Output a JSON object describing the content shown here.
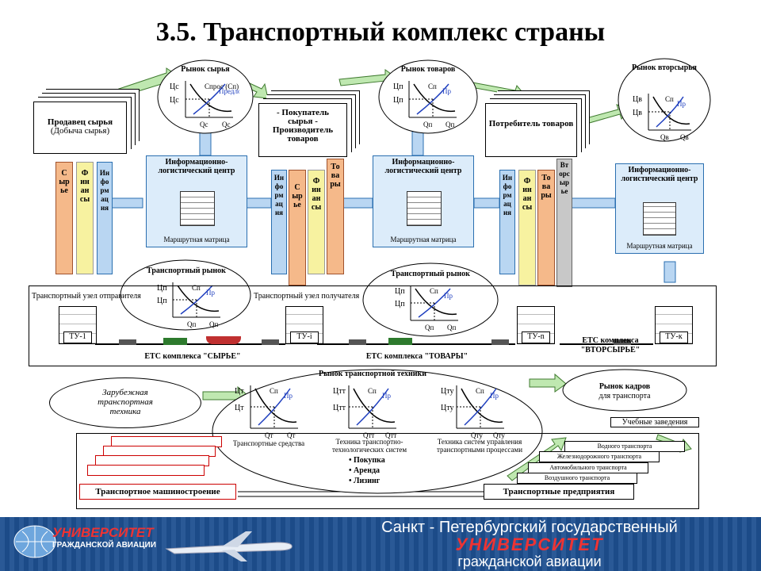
{
  "title": "3.5. Транспортный комплекс страны",
  "markets": {
    "raw": "Рынок сырья",
    "goods": "Рынок товаров",
    "secondary": "Рынок вторсырья",
    "transport": "Транспортный рынок",
    "transport_tech": "Рынок транспортной техники",
    "staff": "Рынок кадров",
    "staff_sub": "для транспорта"
  },
  "curves": {
    "raw": {
      "price": "Цс",
      "demand": "Спрос (Сп)",
      "supply": "Предложение Пр)",
      "q1": "Qс",
      "q2": "Qс"
    },
    "goods": {
      "price": "Цп",
      "demand": "Сп",
      "supply": "Пр",
      "q1": "Qп",
      "q2": "Qп"
    },
    "secondary": {
      "price": "Цв",
      "demand": "Сп",
      "supply": "Пр",
      "q1": "Qв",
      "q2": "Qв"
    },
    "tr1": {
      "price": "Цп",
      "demand": "Сп",
      "supply": "Пр",
      "q1": "Qп",
      "q2": "Qп"
    },
    "tr2": {
      "price": "Цп",
      "demand": "Сп",
      "supply": "Пр",
      "q1": "Qп",
      "q2": "Qп"
    },
    "tech1": {
      "price": "Цт",
      "demand": "Сп",
      "supply": "Пр",
      "q1": "Qт",
      "q2": "Qт",
      "caption": "Транспортные средства"
    },
    "tech2": {
      "price": "Цтт",
      "demand": "Сп",
      "supply": "Пр",
      "q1": "Qтт",
      "q2": "Qтт",
      "caption": "Техника транспортно-технологических систем"
    },
    "tech3": {
      "price": "Цту",
      "demand": "Сп",
      "supply": "Пр",
      "q1": "Qту",
      "q2": "Qту",
      "caption": "Техника систем управления транспортными процессами"
    }
  },
  "actors": {
    "seller": "Продавец сырья",
    "seller_sub": "(Добыча сырья)",
    "buyer": "- Покупатель сырья - Производитель товаров",
    "consumer": "Потребитель товаров"
  },
  "ilc": {
    "label": "Информационно-логистический центр",
    "matrix": "Маршрутная матрица"
  },
  "flows": {
    "raw": "Сырье",
    "finance": "Финансы",
    "info": "Информация",
    "goods": "Товары",
    "secondary": "Вторсырье"
  },
  "nodes": {
    "sender_hub": "Транспортный узел отправителя",
    "receiver_hub": "Транспортный узел получателя",
    "tu1": "ТУ-1",
    "tui": "ТУ-i",
    "tun": "ТУ-n",
    "tuk": "ТУ-к"
  },
  "ets": {
    "raw": "ЕТС комплекса \"СЫРЬЕ\"",
    "goods": "ЕТС комплекса \"ТОВАРЫ\"",
    "secondary_1": "ЕТС комплекса",
    "secondary_2": "\"ВТОРСЫРЬЕ\""
  },
  "foreign": "Зарубежная транспортная техника",
  "methods": [
    "Покупка",
    "Аренда",
    "Лизинг"
  ],
  "schools": "Учебные заведения",
  "machinery": "Транспортное машиностроение",
  "enterprises": "Транспортные предприятия",
  "modes": [
    "Водного транспорта",
    "Железнодорожного транспорта",
    "Автомобильного транспорта",
    "Воздушного транспорта"
  ],
  "footer": {
    "logo_top": "УНИВЕРСИТЕТ",
    "logo_sub": "ГРАЖДАНСКОЙ АВИАЦИИ",
    "line1": "Санкт - Петербургский государственный",
    "line2": "УНИВЕРСИТЕТ",
    "line3": "гражданской авиации"
  },
  "colors": {
    "raw": "#f5b98a",
    "finance": "#f7f2a0",
    "info": "#b9d6f2",
    "goods": "#f5b98a",
    "secondary": "#c8c8c8",
    "ilc": "#dcecfa",
    "footer": "#1d4f8f",
    "arrow_green": "#bfe8b0"
  }
}
